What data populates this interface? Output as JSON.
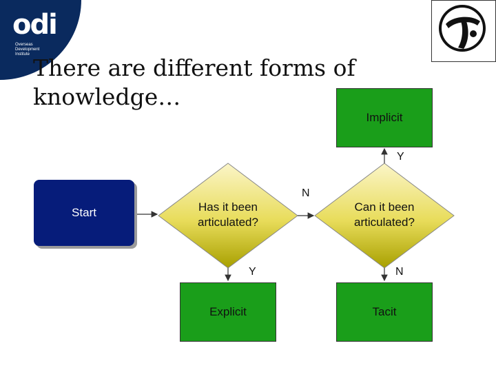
{
  "header": {
    "org_logo": {
      "wordmark": "odi",
      "tagline": [
        "Overseas Development",
        "Institute"
      ]
    },
    "partner_logo_icon": "circular-emblem-icon",
    "title_line1": "There are different forms of",
    "title_line2": "knowledge…"
  },
  "flowchart": {
    "nodes": {
      "start": "Start",
      "q1": "Has it been articulated?",
      "q2": "Can it been articulated?",
      "implicit": "Implicit",
      "explicit": "Explicit",
      "tacit": "Tacit"
    },
    "edge_labels": {
      "q1_to_explicit": "Y",
      "q1_to_q2": "N",
      "q2_to_implicit": "Y",
      "q2_to_tacit": "N"
    }
  },
  "colors": {
    "odi_navy": "#0a2a5e",
    "start_fill": "#061c7a",
    "result_green": "#1a9e1a",
    "decision_fill_light": "#fbf5c8",
    "decision_fill_dark": "#a8a000"
  }
}
